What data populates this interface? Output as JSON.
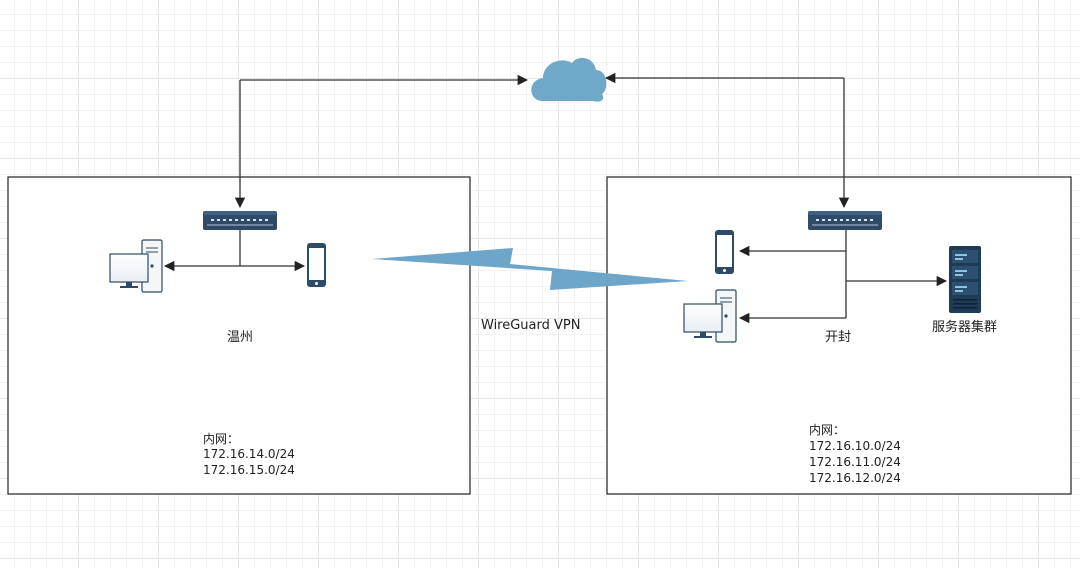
{
  "diagram": {
    "vpn_label": "WireGuard VPN",
    "site_left": {
      "name": "温州",
      "intranet_title": "内网：",
      "subnets": [
        "172.16.14.0/24",
        "172.16.15.0/24"
      ]
    },
    "site_right": {
      "name": "开封",
      "cluster_label": "服务器集群",
      "intranet_title": "内网：",
      "subnets": [
        "172.16.10.0/24",
        "172.16.11.0/24",
        "172.16.12.0/24"
      ]
    }
  },
  "colors": {
    "cloud": "#6fa8c8",
    "vpn_bolt": "#6ea6c9",
    "switch_body": "#2e4a66",
    "server": "#1f3b55",
    "line": "#333333"
  }
}
